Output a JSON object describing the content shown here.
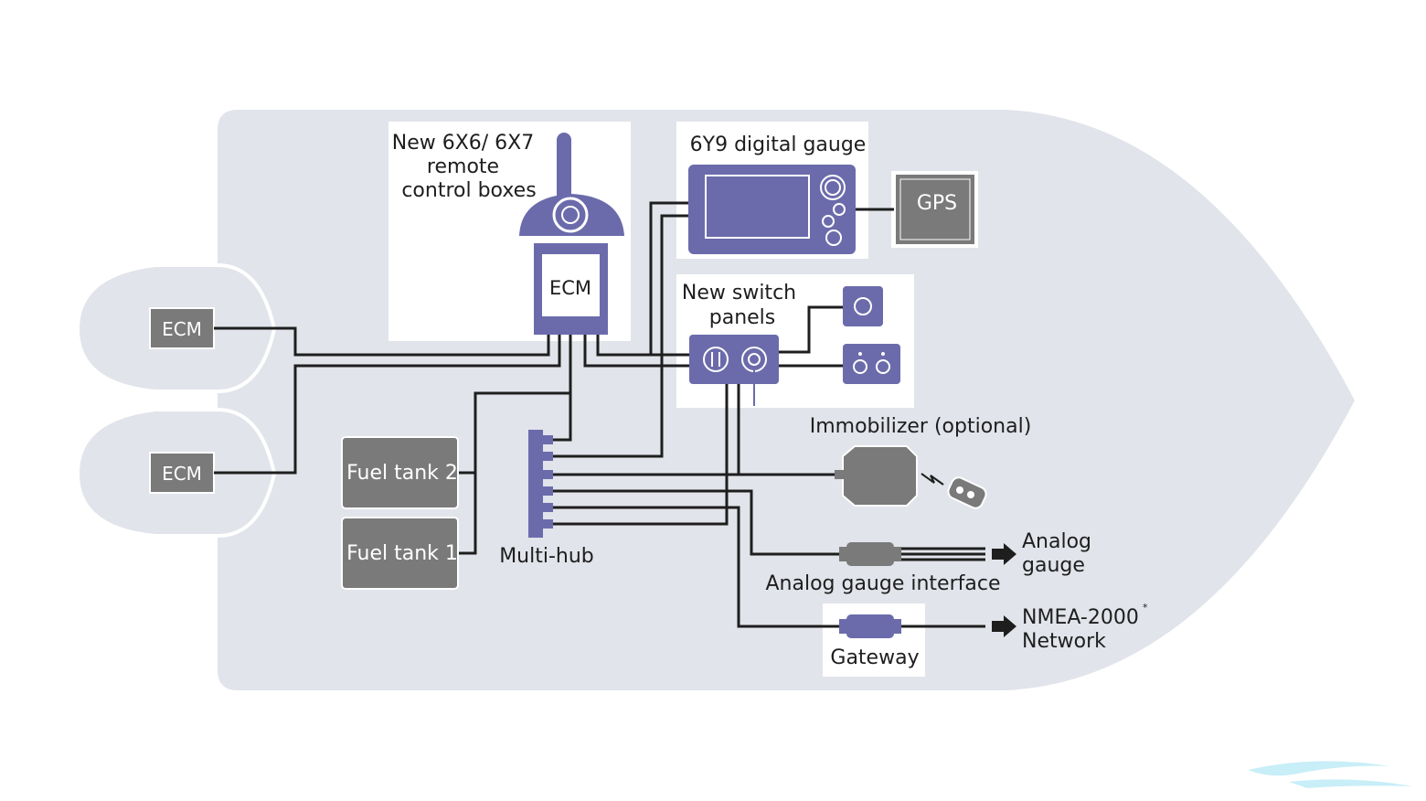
{
  "labels": {
    "remote_control": [
      "New 6X6/ 6X7",
      "remote",
      "control boxes"
    ],
    "remote_ecm": "ECM",
    "digital_gauge": "6Y9 digital gauge",
    "gps": "GPS",
    "switch_panels": [
      "New switch",
      "panels"
    ],
    "engine_ecm_top": "ECM",
    "engine_ecm_bottom": "ECM",
    "fuel_tank_2": "Fuel tank 2",
    "fuel_tank_1": "Fuel tank 1",
    "multi_hub": "Multi-hub",
    "immobilizer": "Immobilizer (optional)",
    "analog_gauge": [
      "Analog",
      "gauge"
    ],
    "analog_gauge_interface": "Analog gauge interface",
    "nmea_network": [
      "NMEA-2000",
      "Network"
    ],
    "nmea_mark": "*",
    "gateway": "Gateway"
  },
  "colors": {
    "hull": "#e1e4ea",
    "device": "#6b6bab",
    "box": "#7a7a7a",
    "wire": "#1e1e1e",
    "panel": "#ffffff"
  }
}
